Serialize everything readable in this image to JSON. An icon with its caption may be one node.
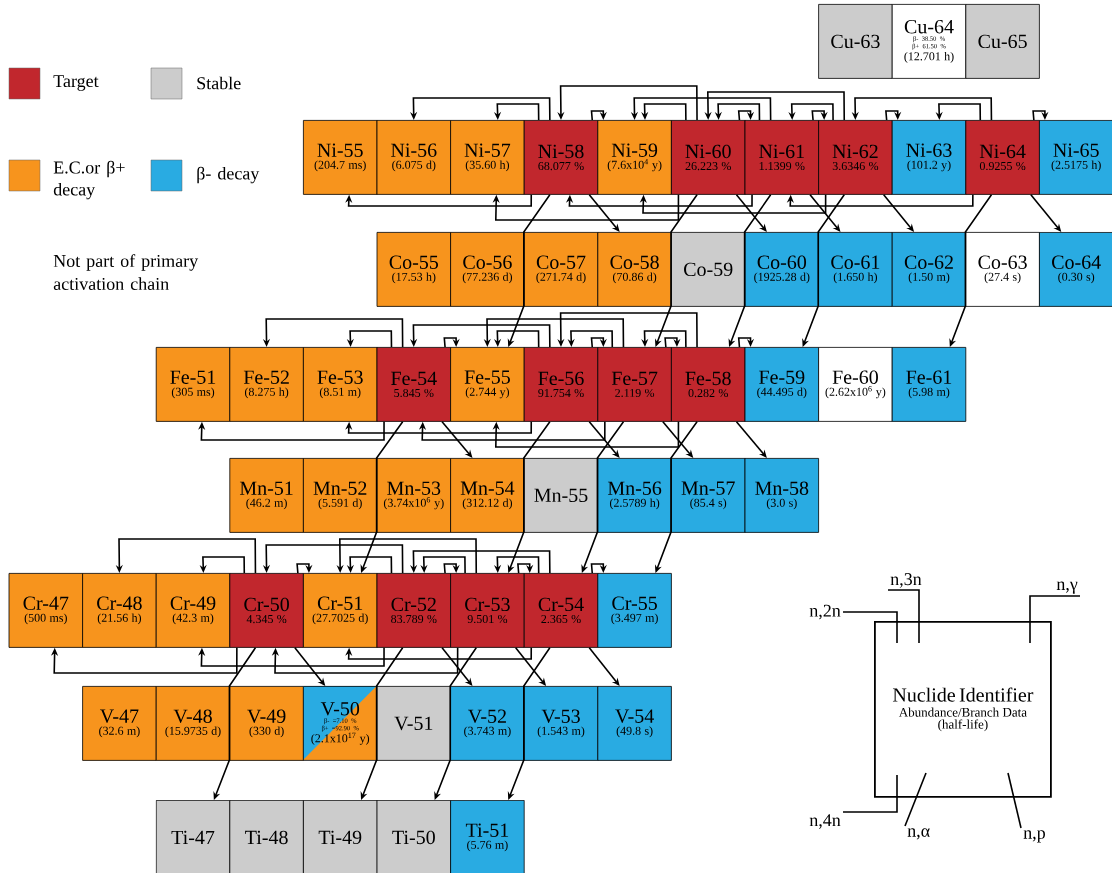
{
  "diagram": {
    "nodes": [
      {
        "text": [
          "Cu-63"
        ]
      },
      {
        "text": [
          "Cu-64",
          "β- 38.50 %",
          "β+ 61.50 %",
          "(12.701 h)"
        ]
      },
      {
        "text": [
          "Cu-65"
        ]
      },
      {
        "text": [
          "Ni-55",
          "(204.7 ms)"
        ]
      },
      {
        "text": [
          "Ni-56",
          "(6.075 d)"
        ]
      },
      {
        "text": [
          "Ni-57",
          "(35.60 h)"
        ]
      },
      {
        "text": [
          "Ni-58",
          "68.077 %"
        ]
      },
      {
        "text": [
          "Ni-59",
          "(7.6x10$^{4}$ y)"
        ]
      },
      {
        "text": [
          "Ni-60",
          "26.223 %"
        ]
      },
      {
        "text": [
          "Ni-61",
          "1.1399 %"
        ]
      },
      {
        "text": [
          "Ni-62",
          "3.6346 %"
        ]
      },
      {
        "text": [
          "Ni-63",
          "(101.2 y)"
        ]
      },
      {
        "text": [
          "Ni-64",
          "0.9255 %"
        ]
      },
      {
        "text": [
          "Ni-65",
          "(2.5175 h)"
        ]
      },
      {
        "text": [
          "Co-55",
          "(17.53 h)"
        ]
      },
      {
        "text": [
          "Co-56",
          "(77.236 d)"
        ]
      },
      {
        "text": [
          "Co-57",
          "(271.74 d)"
        ]
      },
      {
        "text": [
          "Co-58",
          "(70.86 d)"
        ]
      },
      {
        "text": [
          "Co-59"
        ]
      },
      {
        "text": [
          "Co-60",
          "(1925.28 d)"
        ]
      },
      {
        "text": [
          "Co-61",
          "(1.650 h)"
        ]
      },
      {
        "text": [
          "Co-62",
          "(1.50 m)"
        ]
      },
      {
        "text": [
          "Co-63",
          "(27.4 s)"
        ]
      },
      {
        "text": [
          "Co-64",
          "(0.30 s)"
        ]
      },
      {
        "text": [
          "Fe-51",
          "(305 ms)"
        ]
      },
      {
        "text": [
          "Fe-52",
          "(8.275 h)"
        ]
      },
      {
        "text": [
          "Fe-53",
          "(8.51 m)"
        ]
      },
      {
        "text": [
          "Fe-54",
          "5.845 %"
        ]
      },
      {
        "text": [
          "Fe-55",
          "(2.744 y)"
        ]
      },
      {
        "text": [
          "Fe-56",
          "91.754 %"
        ]
      },
      {
        "text": [
          "Fe-57",
          "2.119 %"
        ]
      },
      {
        "text": [
          "Fe-58",
          "0.282 %"
        ]
      },
      {
        "text": [
          "Fe-59",
          "(44.495 d)"
        ]
      },
      {
        "text": [
          "Fe-60",
          "(2.62x10$^{6}$ y)"
        ]
      },
      {
        "text": [
          "Fe-61",
          "(5.98 m)"
        ]
      },
      {
        "text": [
          "Mn-51",
          "(46.2 m)"
        ]
      },
      {
        "text": [
          "Mn-52",
          "(5.591 d)"
        ]
      },
      {
        "text": [
          "Mn-53",
          "(3.74x10$^{6}$ y)"
        ]
      },
      {
        "text": [
          "Mn-54",
          "(312.12 d)"
        ]
      },
      {
        "text": [
          "Mn-55"
        ]
      },
      {
        "text": [
          "Mn-56",
          "(2.5789 h)"
        ]
      },
      {
        "text": [
          "Mn-57",
          "(85.4 s)"
        ]
      },
      {
        "text": [
          "Mn-58",
          "(3.0 s)"
        ]
      },
      {
        "text": [
          "Cr-47",
          "(500 ms)"
        ]
      },
      {
        "text": [
          "Cr-48",
          "(21.56 h)"
        ]
      },
      {
        "text": [
          "Cr-49",
          "(42.3 m)"
        ]
      },
      {
        "text": [
          "Cr-50",
          "4.345 %"
        ]
      },
      {
        "text": [
          "Cr-51",
          "(27.7025 d)"
        ]
      },
      {
        "text": [
          "Cr-52",
          "83.789 %"
        ]
      },
      {
        "text": [
          "Cr-53",
          "9.501 %"
        ]
      },
      {
        "text": [
          "Cr-54",
          "2.365 %"
        ]
      },
      {
        "text": [
          "Cr-55",
          "(3.497 m)"
        ]
      },
      {
        "text": [
          "V-47",
          "(32.6 m)"
        ]
      },
      {
        "text": [
          "V-48",
          "(15.9735 d)"
        ]
      },
      {
        "text": [
          "V-49",
          "(330 d)"
        ]
      },
      {
        "text": [
          "V-50",
          "β- =7.10 %",
          "β+ =92.90 %",
          "(2.1x10$^{17}$ y)"
        ]
      },
      {
        "text": [
          "V-51"
        ]
      },
      {
        "text": [
          "V-52",
          "(3.743 m)"
        ]
      },
      {
        "text": [
          "V-53",
          "(1.543 m)"
        ]
      },
      {
        "text": [
          "V-54",
          "(49.8 s)"
        ]
      },
      {
        "text": [
          "Ti-47"
        ]
      },
      {
        "text": [
          "Ti-48"
        ]
      },
      {
        "text": [
          "Ti-49"
        ]
      },
      {
        "text": [
          "Ti-50"
        ]
      },
      {
        "text": [
          "Ti-51",
          "(5.76 m)"
        ]
      },
      {
        "text": [
          "n,3n"
        ]
      },
      {
        "text": [
          "n,γ"
        ]
      },
      {
        "text": [
          "n,2n"
        ]
      },
      {
        "text": [
          "Nuclide Identifier",
          "Abundance/Branch Data",
          "(half-life)"
        ]
      },
      {
        "text": [
          "n,4n"
        ]
      },
      {
        "text": [
          "n,α"
        ]
      },
      {
        "text": [
          "n,p"
        ]
      }
    ],
    "edges": [
      {
        "from": 6,
        "to": 7,
        "arrow": "to"
      },
      {
        "from": 6,
        "to": 5,
        "arrow": "to"
      },
      {
        "from": 6,
        "to": 4,
        "arrow": "to"
      },
      {
        "from": 6,
        "to": 3,
        "arrow": "to"
      },
      {
        "from": 6,
        "to": 17,
        "arrow": "to"
      },
      {
        "from": 6,
        "to": 28,
        "arrow": "to"
      },
      {
        "from": 8,
        "to": 9,
        "arrow": "to"
      },
      {
        "from": 8,
        "to": 7,
        "arrow": "to"
      },
      {
        "from": 8,
        "to": 6,
        "arrow": "to"
      },
      {
        "from": 8,
        "to": 5,
        "arrow": "to"
      },
      {
        "from": 8,
        "to": 19,
        "arrow": "to"
      },
      {
        "from": 8,
        "to": 30,
        "arrow": "to"
      },
      {
        "from": 9,
        "to": 10,
        "arrow": "to"
      },
      {
        "from": 9,
        "to": 8,
        "arrow": "to"
      },
      {
        "from": 9,
        "to": 7,
        "arrow": "to"
      },
      {
        "from": 9,
        "to": 6,
        "arrow": "to"
      },
      {
        "from": 9,
        "to": 20,
        "arrow": "to"
      },
      {
        "from": 9,
        "to": 31,
        "arrow": "to"
      },
      {
        "from": 10,
        "to": 11,
        "arrow": "to"
      },
      {
        "from": 10,
        "to": 9,
        "arrow": "to"
      },
      {
        "from": 10,
        "to": 8,
        "arrow": "to"
      },
      {
        "from": 10,
        "to": 7,
        "arrow": "to"
      },
      {
        "from": 10,
        "to": 21,
        "arrow": "to"
      },
      {
        "from": 10,
        "to": 32,
        "arrow": "to"
      },
      {
        "from": 12,
        "to": 13,
        "arrow": "to"
      },
      {
        "from": 12,
        "to": 11,
        "arrow": "to"
      },
      {
        "from": 12,
        "to": 10,
        "arrow": "to"
      },
      {
        "from": 12,
        "to": 9,
        "arrow": "to"
      },
      {
        "from": 12,
        "to": 23,
        "arrow": "to"
      },
      {
        "from": 12,
        "to": 34,
        "arrow": "to"
      },
      {
        "from": 27,
        "to": 28,
        "arrow": "to"
      },
      {
        "from": 27,
        "to": 26,
        "arrow": "to"
      },
      {
        "from": 27,
        "to": 25,
        "arrow": "to"
      },
      {
        "from": 27,
        "to": 24,
        "arrow": "to"
      },
      {
        "from": 27,
        "to": 38,
        "arrow": "to"
      },
      {
        "from": 27,
        "to": 47,
        "arrow": "to"
      },
      {
        "from": 29,
        "to": 30,
        "arrow": "to"
      },
      {
        "from": 29,
        "to": 28,
        "arrow": "to"
      },
      {
        "from": 29,
        "to": 27,
        "arrow": "to"
      },
      {
        "from": 29,
        "to": 26,
        "arrow": "to"
      },
      {
        "from": 29,
        "to": 40,
        "arrow": "to"
      },
      {
        "from": 29,
        "to": 49,
        "arrow": "to"
      },
      {
        "from": 30,
        "to": 31,
        "arrow": "to"
      },
      {
        "from": 30,
        "to": 29,
        "arrow": "to"
      },
      {
        "from": 30,
        "to": 28,
        "arrow": "to"
      },
      {
        "from": 30,
        "to": 27,
        "arrow": "to"
      },
      {
        "from": 30,
        "to": 41,
        "arrow": "to"
      },
      {
        "from": 30,
        "to": 50,
        "arrow": "to"
      },
      {
        "from": 31,
        "to": 32,
        "arrow": "to"
      },
      {
        "from": 31,
        "to": 30,
        "arrow": "to"
      },
      {
        "from": 31,
        "to": 29,
        "arrow": "to"
      },
      {
        "from": 31,
        "to": 28,
        "arrow": "to"
      },
      {
        "from": 31,
        "to": 42,
        "arrow": "to"
      },
      {
        "from": 31,
        "to": 51,
        "arrow": "to"
      },
      {
        "from": 46,
        "to": 47,
        "arrow": "to"
      },
      {
        "from": 46,
        "to": 45,
        "arrow": "to"
      },
      {
        "from": 46,
        "to": 44,
        "arrow": "to"
      },
      {
        "from": 46,
        "to": 43,
        "arrow": "to"
      },
      {
        "from": 46,
        "to": 55,
        "arrow": "to"
      },
      {
        "from": 46,
        "to": 60,
        "arrow": "to"
      },
      {
        "from": 48,
        "to": 49,
        "arrow": "to"
      },
      {
        "from": 48,
        "to": 47,
        "arrow": "to"
      },
      {
        "from": 48,
        "to": 46,
        "arrow": "to"
      },
      {
        "from": 48,
        "to": 45,
        "arrow": "to"
      },
      {
        "from": 48,
        "to": 57,
        "arrow": "to"
      },
      {
        "from": 48,
        "to": 62,
        "arrow": "to"
      },
      {
        "from": 49,
        "to": 50,
        "arrow": "to"
      },
      {
        "from": 49,
        "to": 48,
        "arrow": "to"
      },
      {
        "from": 49,
        "to": 47,
        "arrow": "to"
      },
      {
        "from": 49,
        "to": 46,
        "arrow": "to"
      },
      {
        "from": 49,
        "to": 58,
        "arrow": "to"
      },
      {
        "from": 49,
        "to": 63,
        "arrow": "to"
      },
      {
        "from": 50,
        "to": 51,
        "arrow": "to"
      },
      {
        "from": 50,
        "to": 49,
        "arrow": "to"
      },
      {
        "from": 50,
        "to": 48,
        "arrow": "to"
      },
      {
        "from": 50,
        "to": 47,
        "arrow": "to"
      },
      {
        "from": 50,
        "to": 59,
        "arrow": "to"
      },
      {
        "from": 50,
        "to": 64,
        "arrow": "to"
      },
      {
        "from": 65,
        "to": 68,
        "arrow": "none"
      },
      {
        "from": 66,
        "to": 68,
        "arrow": "none"
      },
      {
        "from": 67,
        "to": 68,
        "arrow": "none"
      },
      {
        "from": 69,
        "to": 68,
        "arrow": "none"
      },
      {
        "from": 70,
        "to": 68,
        "arrow": "none"
      },
      {
        "from": 71,
        "to": 68,
        "arrow": "none"
      }
    ],
    "labels": [
      "Not part of primary activation chain"
    ],
    "legend": [
      {
        "text": "Target",
        "color": "#c1272d"
      },
      {
        "text": "Stable",
        "color": "#cccccc"
      },
      {
        "text": "E.C.or β+ decay",
        "color": "#f7941d"
      },
      {
        "text": "β- decay",
        "color": "#29abe2"
      }
    ]
  }
}
